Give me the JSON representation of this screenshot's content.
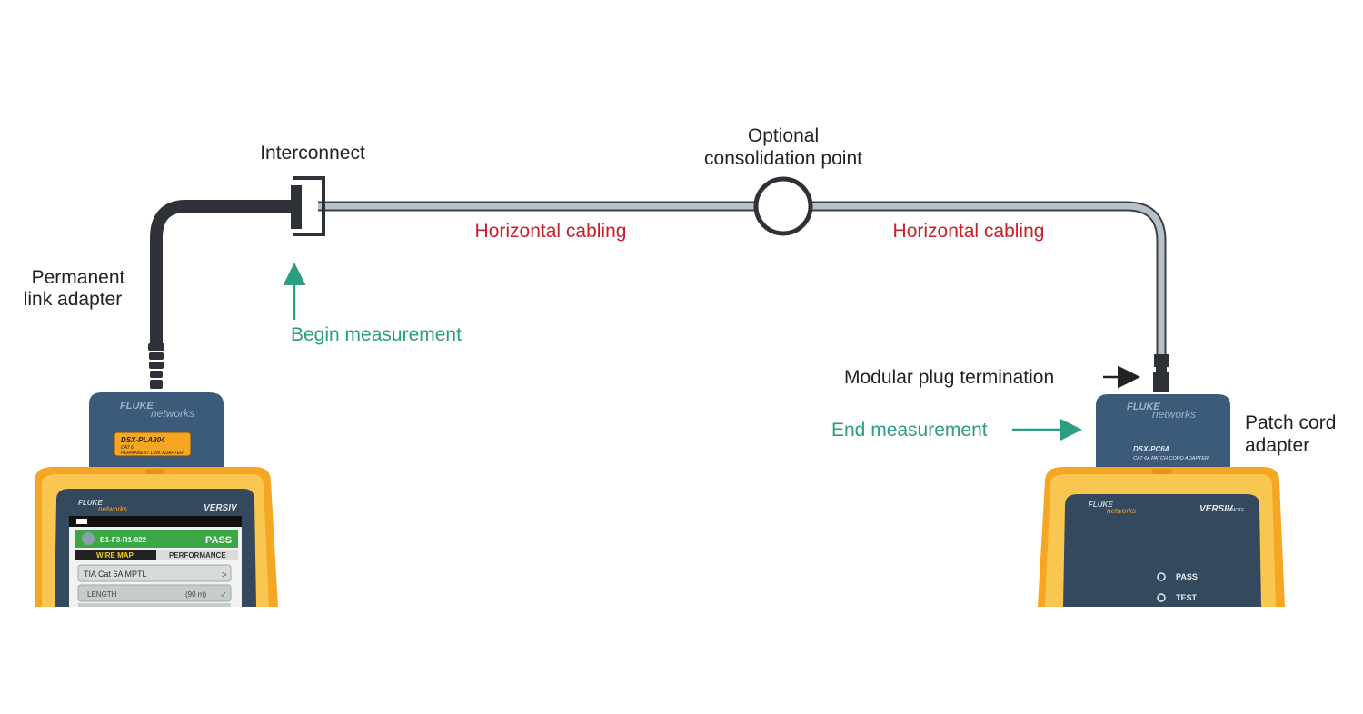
{
  "labels": {
    "interconnect": "Interconnect",
    "optional_line1": "Optional",
    "optional_line2": "consolidation point",
    "horizontal_left": "Horizontal cabling",
    "horizontal_right": "Horizontal cabling",
    "permanent_line1": "Permanent",
    "permanent_line2": "link adapter",
    "begin_measurement": "Begin measurement",
    "modular_plug": "Modular plug termination",
    "end_measurement": "End measurement",
    "patch_line1": "Patch cord",
    "patch_line2": "adapter"
  },
  "left_device": {
    "brand_top": "FLUKE",
    "brand_bottom": "networks",
    "adapter_model": "DSX-PLA804",
    "adapter_sub1": "CAT 6",
    "adapter_sub2": "PERMANENT LINK ADAPTER",
    "product": "VERSIV",
    "screen": {
      "cable_id": "B1-F3-R1-022",
      "result": "PASS",
      "tab_wiremap": "WIRE MAP",
      "tab_performance": "PERFORMANCE",
      "limit": "TIA Cat 6A MPTL",
      "limit_chevron": ">",
      "length_label": "LENGTH",
      "length_value": "(90 m)",
      "check": "✓"
    }
  },
  "right_device": {
    "brand_top": "FLUKE",
    "brand_bottom": "networks",
    "adapter_model": "DSX-PC6A",
    "adapter_sub": "CAT 6A PATCH CORD ADAPTER",
    "product": "VERSIV",
    "product_suffix": "REMOTE",
    "led_pass": "PASS",
    "led_test": "TEST"
  },
  "colors": {
    "cable_gray": "#b8c0c8",
    "cable_outline": "#3a4048",
    "dark_cable": "#2e3238",
    "device_orange": "#f5a623",
    "device_yellow": "#f9c74f",
    "adapter_navy": "#3c5a7a",
    "panel_navy": "#2e4a6a",
    "pass_green": "#3aa845",
    "label_red": "#c8202a",
    "label_teal": "#2a9d82"
  }
}
